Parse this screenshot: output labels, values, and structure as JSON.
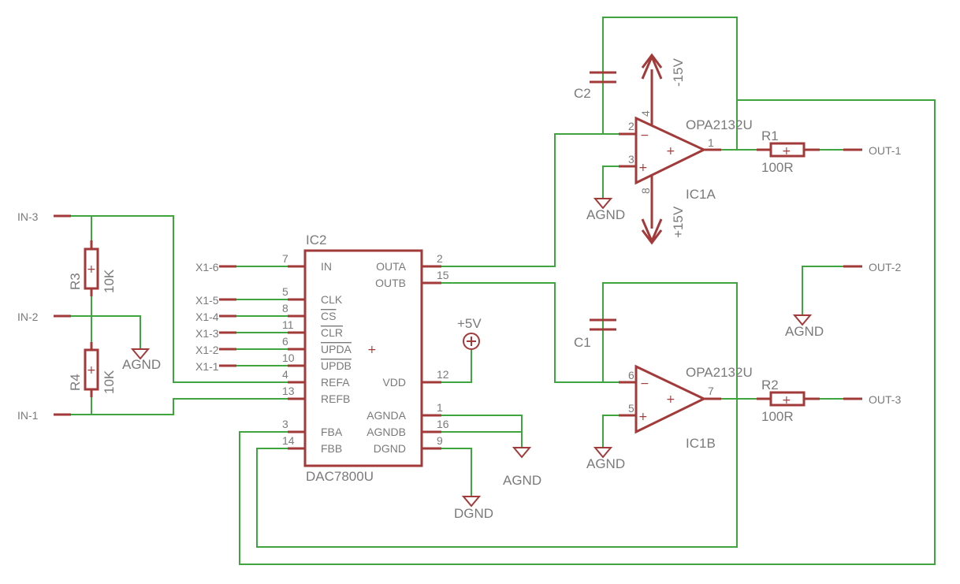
{
  "parts": {
    "ic2": {
      "name": "IC2",
      "value": "DAC7800U"
    },
    "ic1a": {
      "name": "IC1A",
      "value": "OPA2132U"
    },
    "ic1b": {
      "name": "IC1B",
      "value": "OPA2132U"
    },
    "r1": {
      "name": "R1",
      "value": "100R"
    },
    "r2": {
      "name": "R2",
      "value": "100R"
    },
    "r3": {
      "name": "R3",
      "value": "10K"
    },
    "r4": {
      "name": "R4",
      "value": "10K"
    },
    "c1": {
      "name": "C1"
    },
    "c2": {
      "name": "C2"
    }
  },
  "ic2_pins_left": [
    {
      "num": "7",
      "name": "IN"
    },
    {
      "num": "5",
      "name": "CLK"
    },
    {
      "num": "8",
      "name": "CS"
    },
    {
      "num": "11",
      "name": "CLR"
    },
    {
      "num": "6",
      "name": "UPDA"
    },
    {
      "num": "10",
      "name": "UPDB"
    },
    {
      "num": "4",
      "name": "REFA"
    },
    {
      "num": "13",
      "name": "REFB"
    },
    {
      "num": "3",
      "name": "FBA"
    },
    {
      "num": "14",
      "name": "FBB"
    }
  ],
  "ic2_pins_right": [
    {
      "num": "2",
      "name": "OUTA"
    },
    {
      "num": "15",
      "name": "OUTB"
    },
    {
      "num": "12",
      "name": "VDD"
    },
    {
      "num": "1",
      "name": "AGNDA"
    },
    {
      "num": "16",
      "name": "AGNDB"
    },
    {
      "num": "9",
      "name": "DGND"
    }
  ],
  "ic2_plus": "+",
  "connectors": {
    "x1_6": "X1-6",
    "x1_5": "X1-5",
    "x1_4": "X1-4",
    "x1_3": "X1-3",
    "x1_2": "X1-2",
    "x1_1": "X1-1",
    "in_3": "IN-3",
    "in_2": "IN-2",
    "in_1": "IN-1",
    "out_1": "OUT-1",
    "out_2": "OUT-2",
    "out_3": "OUT-3"
  },
  "supplies": {
    "agnd": "AGND",
    "dgnd": "DGND",
    "p5v": "+5V",
    "m15v": "-15V",
    "p15v": "+15V"
  },
  "opamp_pins": {
    "a_inv": "2",
    "a_noninv": "3",
    "a_out": "1",
    "a_vneg": "4",
    "a_vpos": "8",
    "b_inv": "6",
    "b_noninv": "5",
    "b_out": "7",
    "minus": "−",
    "plus": "+"
  },
  "resistor_mark": "+"
}
